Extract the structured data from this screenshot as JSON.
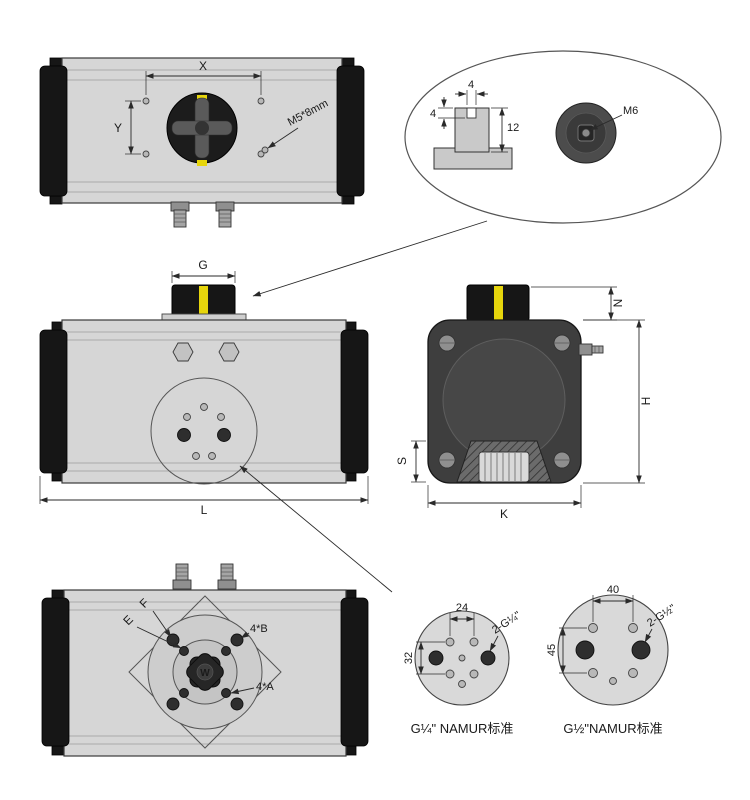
{
  "drawing": {
    "title": "Pneumatic actuator dimensional drawing",
    "views": {
      "top_view": {
        "dim_x": "X",
        "dim_y": "Y",
        "hole_note": "M5*8mm"
      },
      "shaft_detail": {
        "dim_slot_width": "4",
        "dim_slot_depth": "4",
        "dim_shaft_height": "12",
        "thread_note": "M6"
      },
      "front_view": {
        "dim_shaft_width": "G",
        "dim_overall_length": "L"
      },
      "side_view": {
        "dim_shaft_height": "N",
        "dim_body_height": "H",
        "dim_base_height": "S",
        "dim_body_width": "K"
      },
      "bottom_view": {
        "dim_e": "E",
        "dim_f": "F",
        "outer_holes_note": "4*B",
        "inner_holes_note": "4*A",
        "shaft_marking": "W"
      },
      "namur_quarter": {
        "dim_width": "24",
        "dim_height": "32",
        "ports_note": "2-G¼\"",
        "caption": "G¼\" NAMUR标准"
      },
      "namur_half": {
        "dim_width": "40",
        "dim_height": "45",
        "ports_note": "2-G½\"",
        "caption": "G½\"NAMUR标准"
      }
    },
    "colors": {
      "body_gray": "#d6d6d6",
      "end_cap_black": "#161616",
      "position_indicator_yellow": "#e6d50c",
      "side_body_dark": "#3e3e3e",
      "line_color": "#2a2a2a"
    }
  }
}
